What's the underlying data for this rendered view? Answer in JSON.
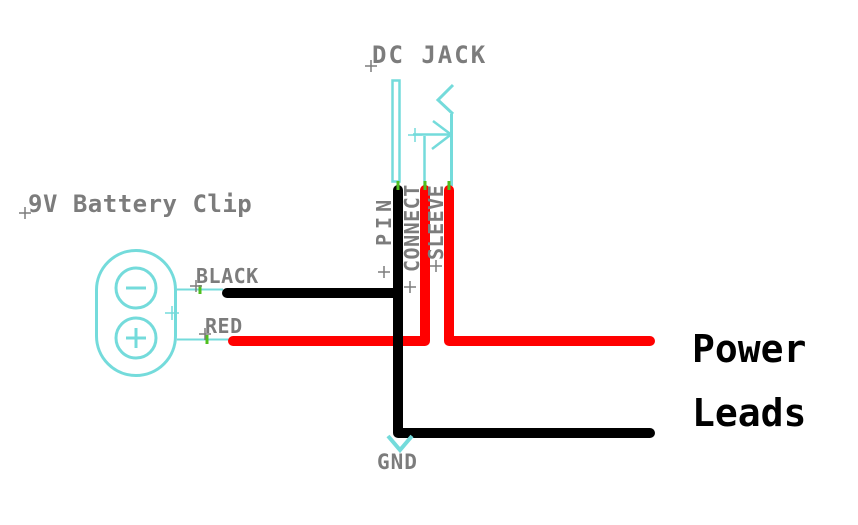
{
  "colors": {
    "wire_red": "#FF0000",
    "wire_black": "#000000",
    "symbol_cyan": "#74DBDB",
    "label_gray": "#7C7C7C",
    "junction_green": "#4FBF1F",
    "background": "#FFFFFF"
  },
  "battery": {
    "title": "9V Battery Clip",
    "minus_terminal": "−",
    "plus_terminal": "+",
    "black_wire_label": "BLACK",
    "red_wire_label": "RED"
  },
  "dc_jack": {
    "title": "DC JACK",
    "pins": {
      "pin": "PIN",
      "connect": "CONNECT",
      "sleeve": "SLEEVE"
    }
  },
  "ground": {
    "label": "GND"
  },
  "power_leads": {
    "line1": "Power",
    "line2": "Leads"
  },
  "icons": {
    "minus_terminal_icon": "−",
    "plus_terminal_icon": "+",
    "gnd_arrow_icon": "▼",
    "connect_arrow_icon": "→",
    "sleeve_contact_icon": "‹",
    "pin_contact_icon": "▯",
    "origin_cross_icon": "+"
  }
}
